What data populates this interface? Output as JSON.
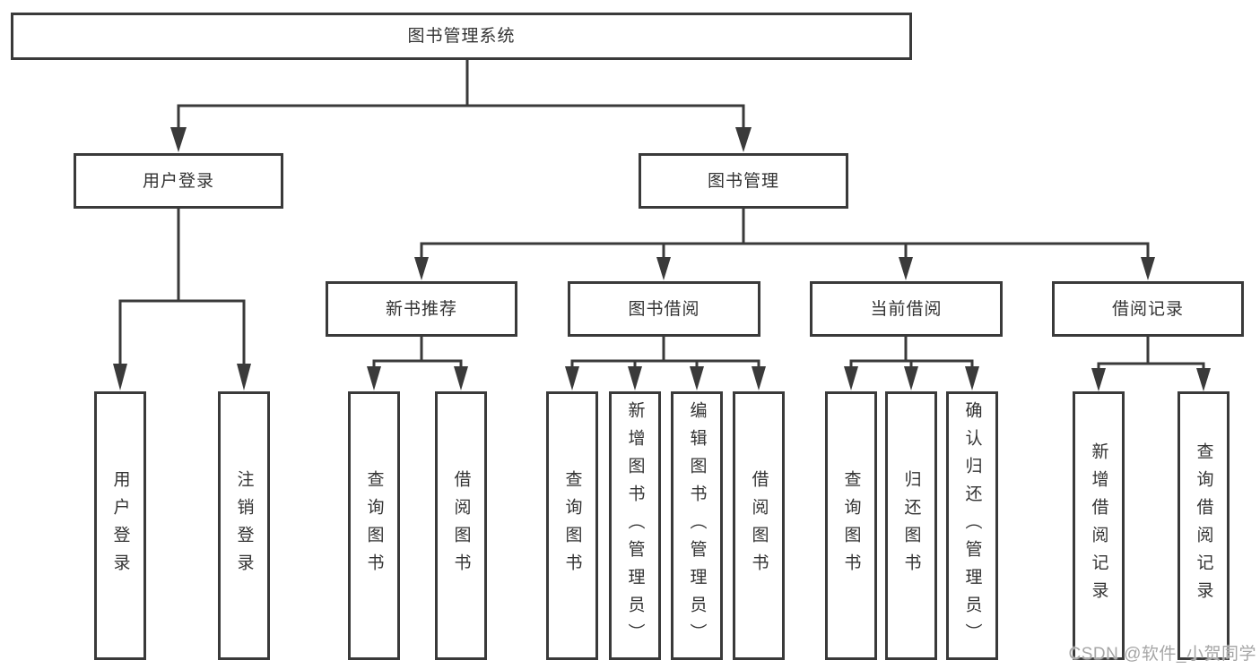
{
  "diagram": {
    "root": {
      "label": "图书管理系统"
    },
    "branches": [
      {
        "label": "用户登录",
        "children": [
          {
            "label": "用户登录"
          },
          {
            "label": "注销登录"
          }
        ]
      },
      {
        "label": "图书管理",
        "children": [
          {
            "label": "新书推荐",
            "children": [
              {
                "label": "查询图书"
              },
              {
                "label": "借阅图书"
              }
            ]
          },
          {
            "label": "图书借阅",
            "children": [
              {
                "label": "查询图书"
              },
              {
                "label": "新增图书（管理员）"
              },
              {
                "label": "编辑图书（管理员）"
              },
              {
                "label": "借阅图书"
              }
            ]
          },
          {
            "label": "当前借阅",
            "children": [
              {
                "label": "查询图书"
              },
              {
                "label": "归还图书"
              },
              {
                "label": "确认归还（管理员）"
              }
            ]
          },
          {
            "label": "借阅记录",
            "children": [
              {
                "label": "新增借阅记录"
              },
              {
                "label": "查询借阅记录"
              }
            ]
          }
        ]
      }
    ]
  },
  "watermark": {
    "text": "CSDN @软件_小贺同学"
  },
  "colors": {
    "line": "#3a3a3a",
    "box_border": "#3a3a3a",
    "text": "#333333",
    "watermark": "#a6a6a6",
    "background": "#ffffff"
  }
}
